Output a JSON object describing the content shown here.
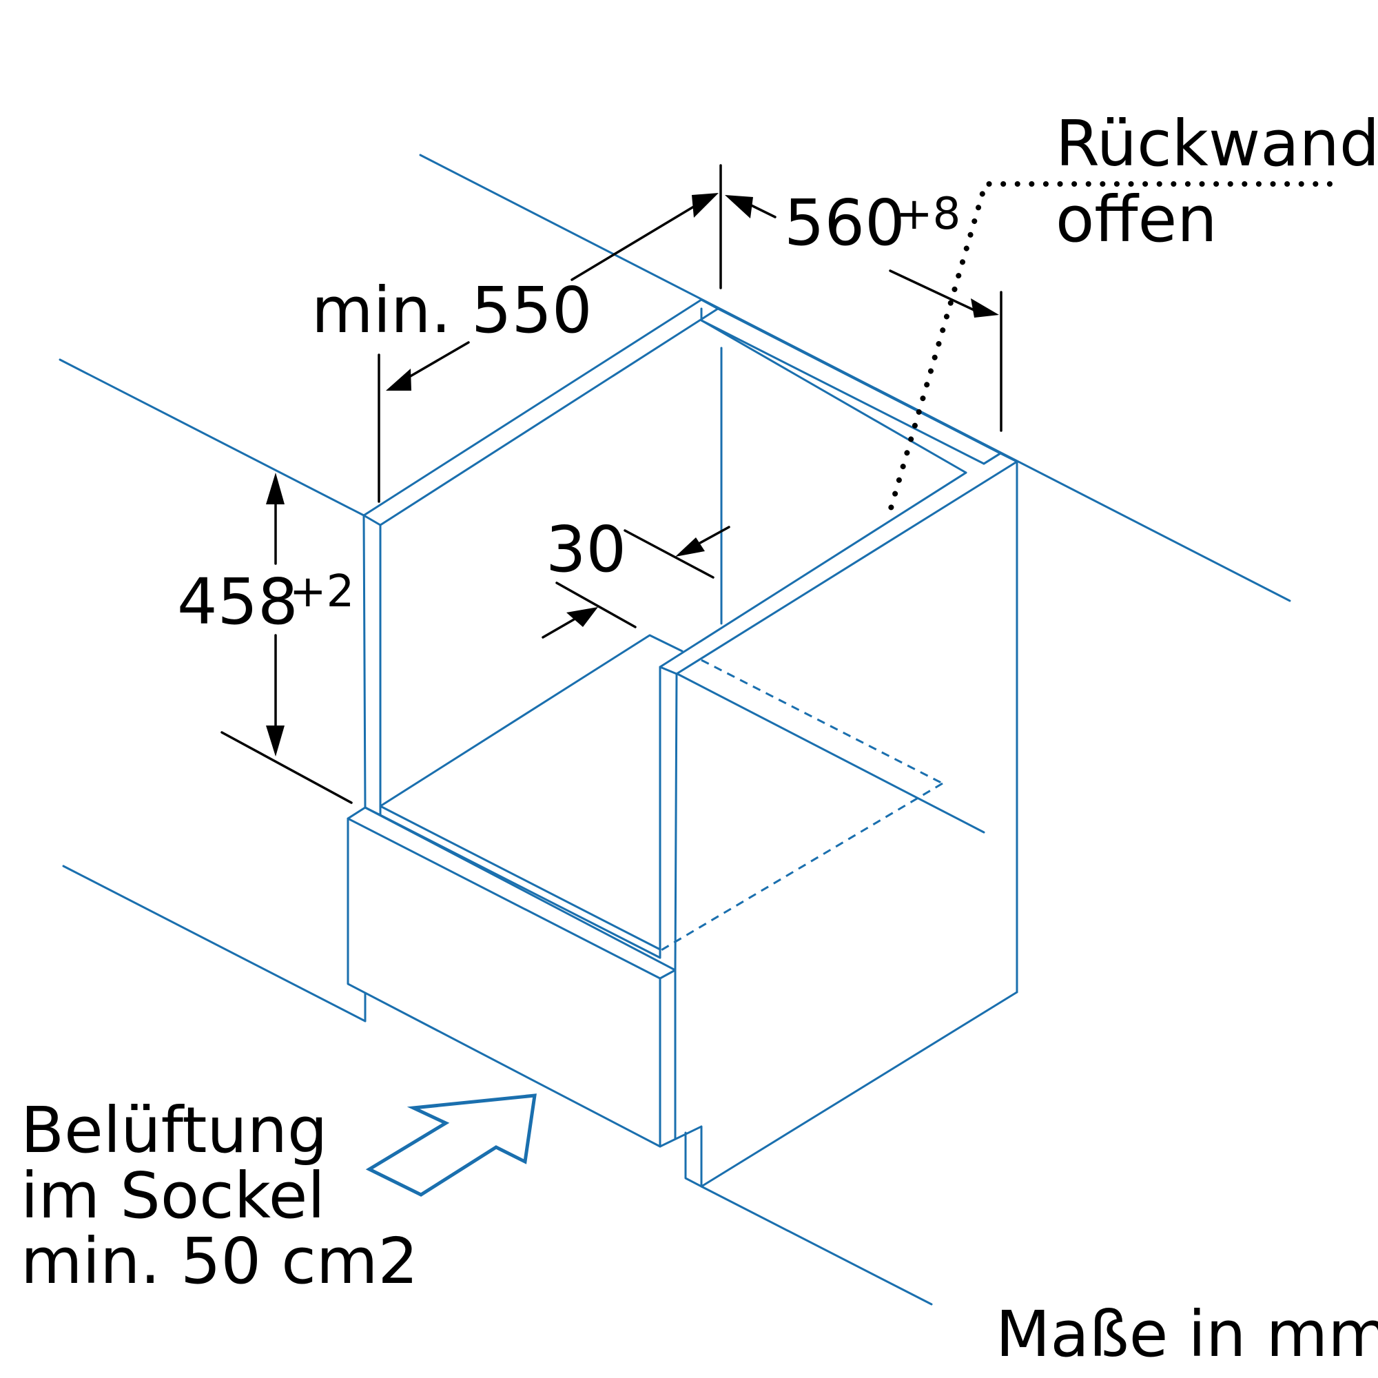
{
  "labels": {
    "min_depth": "min. 550",
    "width_value": "560",
    "width_tolerance": "+8",
    "height_value": "458",
    "height_tolerance": "+2",
    "panel_thickness": "30",
    "back_wall_line1": "Rückwand",
    "back_wall_line2": "offen",
    "ventilation_line1": "Belüftung",
    "ventilation_line2": "im Sockel",
    "ventilation_line3": "min. 50 cm2",
    "units_note": "Maße in mm"
  },
  "colors": {
    "outline": "#1a6fae",
    "dimension": "#000000",
    "text": "#000000",
    "background": "#ffffff"
  }
}
